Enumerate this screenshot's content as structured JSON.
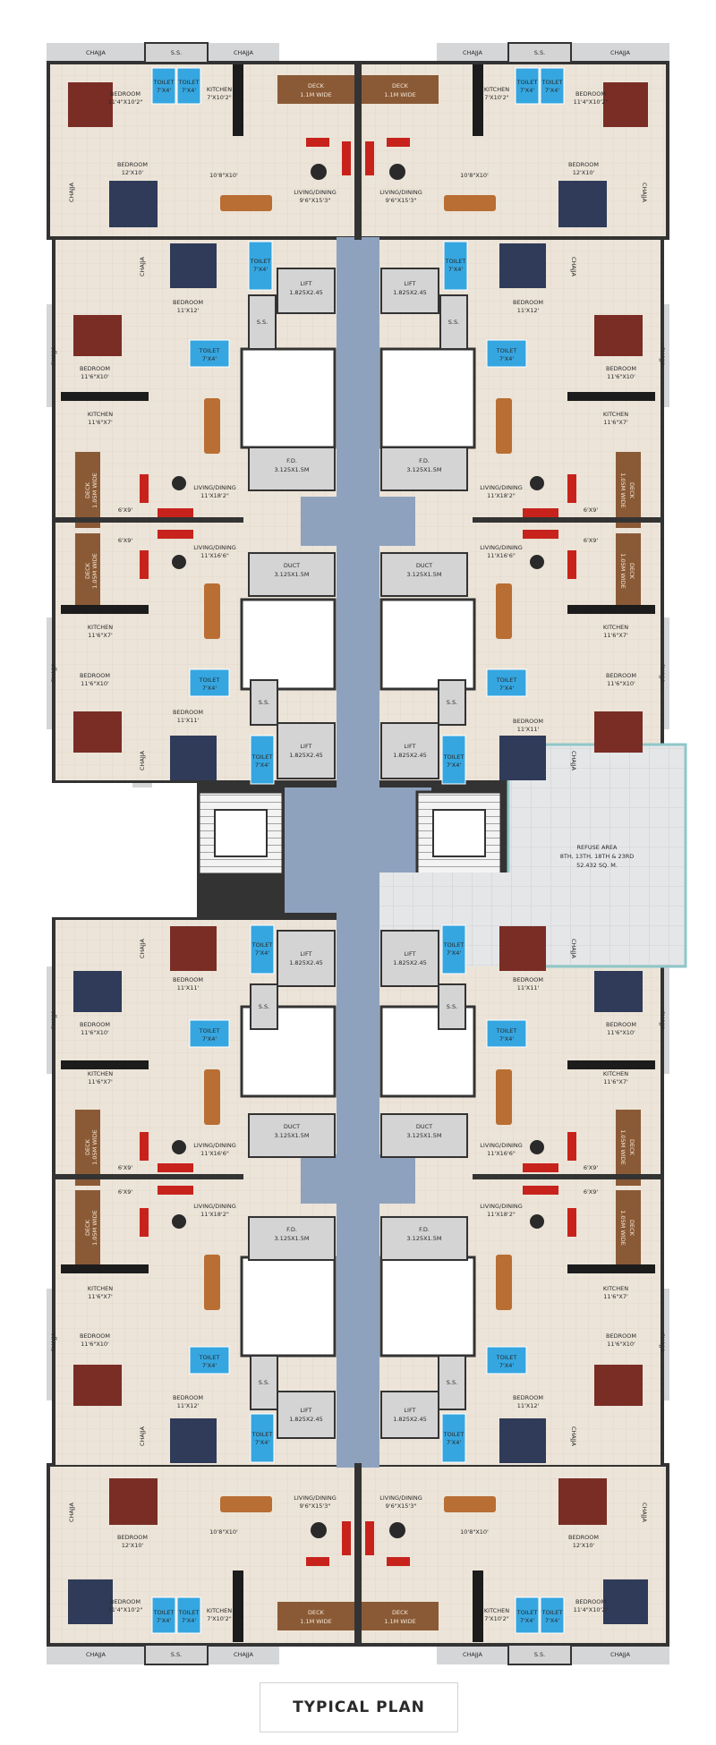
{
  "title": "TYPICAL PLAN",
  "colors": {
    "wall": "#333333",
    "floor": "#ece4d8",
    "corridor": "#8ea2be",
    "chajja": "#d5d6d8",
    "deck": "#8a5a36",
    "toilet": "#35a6e0",
    "grey_box": "#d4d4d4",
    "refuge": "#e2e4e6",
    "glass": "#8fc7c8",
    "sofa": "#c7231c",
    "table": "#b96e33",
    "bed_red": "#7a2d25",
    "bed_blue": "#2f3b58"
  },
  "central_labels": {
    "lift_1": "LIFT",
    "lift_1_size": "1.825X2.45",
    "lift_2": "LIFT",
    "lift_2_size": "1.825X2.45",
    "lift_3": "LIFT",
    "lift_3_size": "1.825X2.45",
    "lift_4": "LIFT",
    "lift_4_size": "1.825X2.45",
    "lift_5": "LIFT",
    "lift_5_size": "1.825X2.45",
    "lift_6": "LIFT",
    "lift_6_size": "1.825X2.45",
    "lift_7": "LIFT",
    "lift_7_size": "1.825X2.45",
    "lift_8": "LIFT",
    "lift_8_size": "1.825X2.45",
    "fd_1": "F.D.",
    "fd_1_size": "3.125X1.5M",
    "fd_2": "F.D.",
    "fd_2_size": "3.125X1.5M",
    "fd_3": "F.D.",
    "fd_3_size": "3.125X1.5M",
    "fd_4": "F.D.",
    "fd_4_size": "3.125X1.5M",
    "duct_1": "DUCT",
    "duct_1_size": "3.125X1.5M",
    "duct_2": "DUCT",
    "duct_2_size": "3.125X1.5M",
    "duct_3": "DUCT",
    "duct_3_size": "3.125X1.5M",
    "duct_4": "DUCT",
    "duct_4_size": "3.125X1.5M",
    "refuge_l1": "REFUSE AREA",
    "refuge_l2": "8TH, 13TH, 18TH & 23RD",
    "refuge_l3": "52.432 SQ. M."
  },
  "rooms": {
    "top": {
      "chajja_a": "CHAJJA",
      "ss_a": "S.S.",
      "chajja_b": "CHAJJA",
      "chajja_c": "CHAJJA",
      "ss_b": "S.S.",
      "chajja_d": "CHAJJA",
      "deck_l": "DECK",
      "deck_l_size": "1.1M WIDE",
      "deck_r": "DECK",
      "deck_r_size": "1.1M WIDE",
      "bed_l": "BEDROOM",
      "bed_l_size": "11'4\"X10'2\"",
      "bed_r": "BEDROOM",
      "bed_r_size": "11'4\"X10'2\"",
      "toilet_l1": "TOILET",
      "toilet_l1_size": "7'X4'",
      "toilet_l2": "TOILET",
      "toilet_l2_size": "7'X4'",
      "toilet_r1": "TOILET",
      "toilet_r1_size": "7'X4'",
      "toilet_r2": "TOILET",
      "toilet_r2_size": "7'X4'",
      "kitchen_l": "KITCHEN",
      "kitchen_l_size": "7'X10'2\"",
      "kitchen_r": "KITCHEN",
      "kitchen_r_size": "7'X10'2\"",
      "bed2_l": "BEDROOM",
      "bed2_l_size": "12'X10'",
      "bed2_r": "BEDROOM",
      "bed2_r_size": "12'X10'",
      "dim_l": "10'8\"X10'",
      "dim_r": "10'8\"X10'",
      "living_l": "LIVING/DINING",
      "living_l_size": "9'6\"X15'3\"",
      "living_r": "LIVING/DINING",
      "living_r_size": "9'6\"X15'3\"",
      "chajja_side_l": "CHAJJA",
      "chajja_side_r": "CHAJJA"
    },
    "upper": {
      "chajja_1": "CHAJJA",
      "chajja_2": "CHAJJA",
      "chajja_3": "CHAJJA",
      "chajja_4": "CHAJJA",
      "bed_a_l": "BEDROOM",
      "bed_a_l_size": "11'X12'",
      "bed_a_r": "BEDROOM",
      "bed_a_r_size": "11'X12'",
      "toilet_a_l": "TOILET",
      "toilet_a_l_size": "7'X4'",
      "toilet_a_r": "TOILET",
      "toilet_a_r_size": "7'X4'",
      "ss_l": "S.S.",
      "ss_r": "S.S.",
      "bed_b_l": "BEDROOM",
      "bed_b_l_size": "11'6\"X10'",
      "bed_b_r": "BEDROOM",
      "bed_b_r_size": "11'6\"X10'",
      "toilet_b_l": "TOILET",
      "toilet_b_l_size": "7'X4'",
      "toilet_b_r": "TOILET",
      "toilet_b_r_size": "7'X4'",
      "kitchen_l": "KITCHEN",
      "kitchen_l_size": "11'6\"X7'",
      "kitchen_r": "KITCHEN",
      "kitchen_r_size": "11'6\"X7'",
      "deck_l": "DECK",
      "deck_l_size": "1.05M WIDE",
      "deck_r": "DECK",
      "deck_r_size": "1.05M WIDE",
      "living_l": "LIVING/DINING",
      "living_l_size": "11'X18'2\"",
      "living_r": "LIVING/DINING",
      "living_r_size": "11'X18'2\"",
      "dim_l": "6'X9'",
      "dim_r": "6'X9'"
    },
    "middle": {
      "deck_l": "DECK",
      "deck_l_size": "1.05M WIDE",
      "deck_r": "DECK",
      "deck_r_size": "1.05M WIDE",
      "dim_l": "6'X9'",
      "dim_r": "6'X9'",
      "living_l": "LIVING/DINING",
      "living_l_size": "11'X16'6\"",
      "living_r": "LIVING/DINING",
      "living_r_size": "11'X16'6\"",
      "kitchen_l": "KITCHEN",
      "kitchen_l_size": "11'6\"X7'",
      "kitchen_r": "KITCHEN",
      "kitchen_r_size": "11'6\"X7'",
      "chajja_1": "CHAJJA",
      "chajja_2": "CHAJJA",
      "chajja_3": "CHAJJA",
      "chajja_4": "CHAJJA",
      "bed_b_l": "BEDROOM",
      "bed_b_l_size": "11'6\"X10'",
      "bed_b_r": "BEDROOM",
      "bed_b_r_size": "11'6\"X10'",
      "toilet_b_l": "TOILET",
      "toilet_b_l_size": "7'X4'",
      "toilet_b_r": "TOILET",
      "toilet_b_r_size": "7'X4'",
      "bed_a_l": "BEDROOM",
      "bed_a_l_size": "11'X11'",
      "bed_a_r": "BEDROOM",
      "bed_a_r_size": "11'X11'",
      "ss_l": "S.S.",
      "ss_r": "S.S.",
      "toilet_a_l": "TOILET",
      "toilet_a_l_size": "7'X4'",
      "toilet_a_r": "TOILET",
      "toilet_a_r_size": "7'X4'"
    },
    "lower": {
      "chajja_1": "CHAJJA",
      "chajja_2": "CHAJJA",
      "chajja_3": "CHAJJA",
      "chajja_4": "CHAJJA",
      "bed_a_l": "BEDROOM",
      "bed_a_l_size": "11'X11'",
      "bed_a_r": "BEDROOM",
      "bed_a_r_size": "11'X11'",
      "toilet_a_l": "TOILET",
      "toilet_a_l_size": "7'X4'",
      "toilet_a_r": "TOILET",
      "toilet_a_r_size": "7'X4'",
      "ss_l": "S.S.",
      "ss_r": "S.S.",
      "bed_b_l": "BEDROOM",
      "bed_b_l_size": "11'6\"X10'",
      "bed_b_r": "BEDROOM",
      "bed_b_r_size": "11'6\"X10'",
      "toilet_b_l": "TOILET",
      "toilet_b_l_size": "7'X4'",
      "toilet_b_r": "TOILET",
      "toilet_b_r_size": "7'X4'",
      "kitchen_l": "KITCHEN",
      "kitchen_l_size": "11'6\"X7'",
      "kitchen_r": "KITCHEN",
      "kitchen_r_size": "11'6\"X7'",
      "living_l": "LIVING/DINING",
      "living_l_size": "11'X16'6\"",
      "living_r": "LIVING/DINING",
      "living_r_size": "11'X16'6\"",
      "deck_l": "DECK",
      "deck_l_size": "1.05M WIDE",
      "deck_r": "DECK",
      "deck_r_size": "1.05M WIDE",
      "dim_l": "6'X9'",
      "dim_r": "6'X9'"
    },
    "lower2": {
      "deck_l": "DECK",
      "deck_l_size": "1.05M WIDE",
      "deck_r": "DECK",
      "deck_r_size": "1.05M WIDE",
      "dim_l": "6'X9'",
      "dim_r": "6'X9'",
      "living_l": "LIVING/DINING",
      "living_l_size": "11'X18'2\"",
      "living_r": "LIVING/DINING",
      "living_r_size": "11'X18'2\"",
      "kitchen_l": "KITCHEN",
      "kitchen_l_size": "11'6\"X7'",
      "kitchen_r": "KITCHEN",
      "kitchen_r_size": "11'6\"X7'",
      "chajja_1": "CHAJJA",
      "chajja_2": "CHAJJA",
      "chajja_3": "CHAJJA",
      "chajja_4": "CHAJJA",
      "bed_b_l": "BEDROOM",
      "bed_b_l_size": "11'6\"X10'",
      "bed_b_r": "BEDROOM",
      "bed_b_r_size": "11'6\"X10'",
      "toilet_b_l": "TOILET",
      "toilet_b_l_size": "7'X4'",
      "toilet_b_r": "TOILET",
      "toilet_b_r_size": "7'X4'",
      "bed_a_l": "BEDROOM",
      "bed_a_l_size": "11'X12'",
      "bed_a_r": "BEDROOM",
      "bed_a_r_size": "11'X12'",
      "ss_l": "S.S.",
      "ss_r": "S.S.",
      "toilet_a_l": "TOILET",
      "toilet_a_l_size": "7'X4'",
      "toilet_a_r": "TOILET",
      "toilet_a_r_size": "7'X4'"
    },
    "bottom": {
      "living_l": "LIVING/DINING",
      "living_l_size": "9'6\"X15'3\"",
      "living_r": "LIVING/DINING",
      "living_r_size": "9'6\"X15'3\"",
      "dim_l": "10'8\"X10'",
      "dim_r": "10'8\"X10'",
      "bed2_l": "BEDROOM",
      "bed2_l_size": "12'X10'",
      "bed2_r": "BEDROOM",
      "bed2_r_size": "12'X10'",
      "bed_l": "BEDROOM",
      "bed_l_size": "11'4\"X10'2\"",
      "bed_r": "BEDROOM",
      "bed_r_size": "11'4\"X10'2\"",
      "toilet_l1": "TOILET",
      "toilet_l1_size": "7'X4'",
      "toilet_l2": "TOILET",
      "toilet_l2_size": "7'X4'",
      "toilet_r1": "TOILET",
      "toilet_r1_size": "7'X4'",
      "toilet_r2": "TOILET",
      "toilet_r2_size": "7'X4'",
      "kitchen_l": "KITCHEN",
      "kitchen_l_size": "7'X10'2\"",
      "kitchen_r": "KITCHEN",
      "kitchen_r_size": "7'X10'2\"",
      "deck_l": "DECK",
      "deck_l_size": "1.1M WIDE",
      "deck_r": "DECK",
      "deck_r_size": "1.1M WIDE",
      "chajja_a": "CHAJJA",
      "ss_a": "S.S.",
      "chajja_b": "CHAJJA",
      "chajja_c": "CHAJJA",
      "ss_b": "S.S.",
      "chajja_d": "CHAJJA",
      "chajja_side_l": "CHAJJA",
      "chajja_side_r": "CHAJJA"
    }
  }
}
